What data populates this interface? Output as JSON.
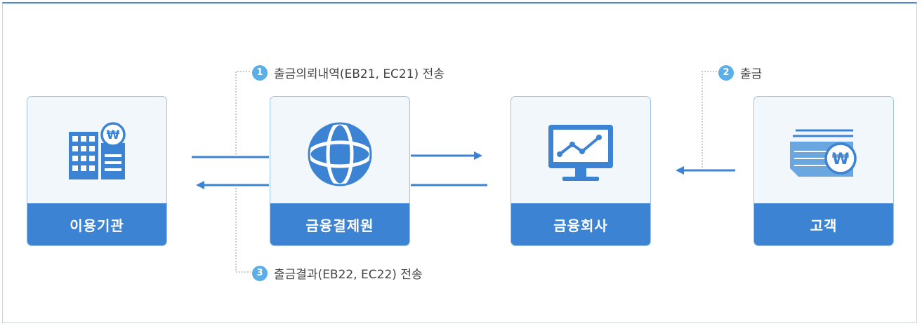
{
  "nodes": {
    "institution": "이용기관",
    "kftc": "금융결제원",
    "bank": "금융회사",
    "customer": "고객"
  },
  "steps": [
    {
      "num": "1",
      "text": "출금의뢰내역(EB21, EC21) 전송"
    },
    {
      "num": "2",
      "text": "출금"
    },
    {
      "num": "3",
      "text": "출금결과(EB22, EC22) 전송"
    }
  ],
  "icons": {
    "institution": "building-won-icon",
    "kftc": "globe-icon",
    "bank": "monitor-chart-icon",
    "customer": "cash-won-icon"
  },
  "colors": {
    "accent": "#3d83d3",
    "box_border": "#9fc3e8",
    "box_bg": "#f2f7fc",
    "step_badge": "#5aaeea",
    "top_border": "#4a88cf"
  }
}
